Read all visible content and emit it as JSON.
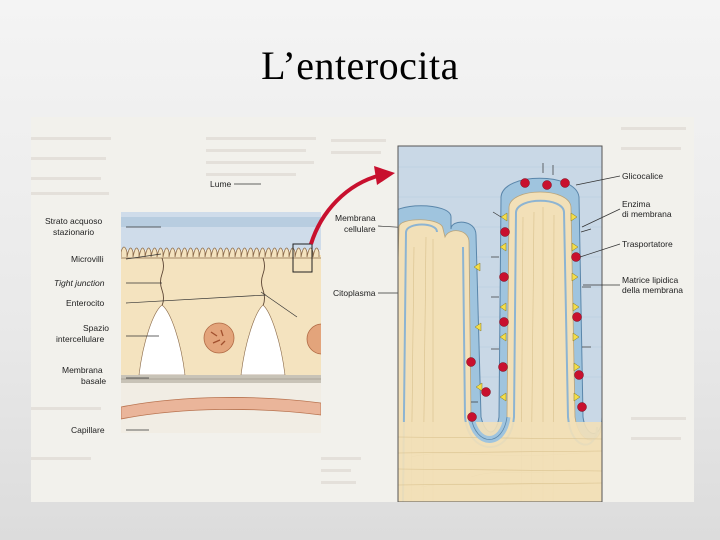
{
  "slide": {
    "title": "L’enterocita"
  },
  "left_labels": {
    "lume": "Lume",
    "strato_1": "Strato acquoso",
    "strato_2": "stazionario",
    "microvilli": "Microvilli",
    "tight": "Tight junction",
    "enterocito": "Enterocito",
    "spazio_1": "Spazio",
    "spazio_2": "intercellulare",
    "membrana_basale_1": "Membrana",
    "membrana_basale_2": "basale",
    "capillare": "Capillare"
  },
  "middle_labels": {
    "membrana_cellulare_1": "Membrana",
    "membrana_cellulare_2": "cellulare",
    "citoplasma": "Citoplasma"
  },
  "right_labels": {
    "glicocalice": "Glicocalice",
    "enzima_1": "Enzima",
    "enzima_2": "di membrana",
    "trasportatore": "Trasportatore",
    "matrice_1": "Matrice lipidica",
    "matrice_2": "della membrana"
  },
  "colors": {
    "lumen": "#c9d8e8",
    "cytoplasm": "#f2e0b8",
    "membrane_blue": "#9fc4de",
    "enzyme_red": "#c8102e",
    "transporter_yellow": "#f3dd4a",
    "arrow_red": "#c8102e",
    "capillary": "#e9b49a"
  }
}
